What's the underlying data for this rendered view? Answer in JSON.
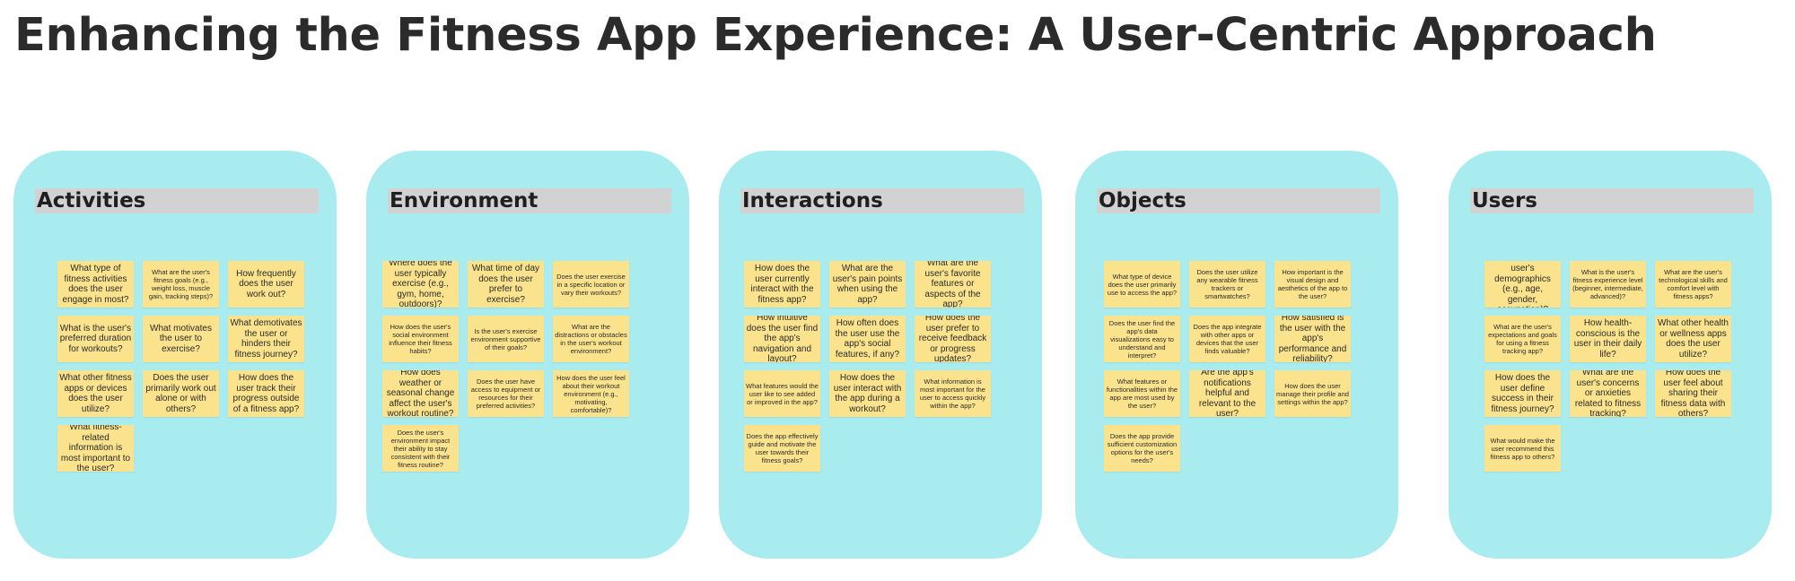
{
  "title": "Enhancing the Fitness App Experience: A User-Centric Approach",
  "colors": {
    "board": "#a9ecf0",
    "header": "#d2d2d2",
    "note": "#fbe38e"
  },
  "boards": [
    {
      "name": "Activities",
      "notes": [
        "What type of fitness activities does the user engage in most?",
        "What are the user's fitness goals (e.g., weight loss, muscle gain, tracking steps)?",
        "How frequently does the user work out?",
        "What is the user's preferred duration for workouts?",
        "What motivates the user to exercise?",
        "What demotivates the user or hinders their fitness journey?",
        "What other fitness apps or devices does the user utilize?",
        "Does the user primarily work out alone or with others?",
        "How does the user track their progress outside of a fitness app?",
        "What fitness-related information is most important to the user?"
      ]
    },
    {
      "name": "Environment",
      "notes": [
        "Where does the user typically exercise (e.g., gym, home, outdoors)?",
        "What time of day does the user prefer to exercise?",
        "Does the user exercise in a specific location or vary their workouts?",
        "How does the user's social environment influence their fitness habits?",
        "Is the user's exercise environment supportive of their goals?",
        "What are the distractions or obstacles in the user's workout environment?",
        "How does weather or seasonal change affect the user's workout routine?",
        "Does the user have access to equipment or resources for their preferred activities?",
        "How does the user feel about their workout environment (e.g., motivating, comfortable)?",
        "Does the user's environment impact their ability to stay consistent with their fitness routine?"
      ]
    },
    {
      "name": "Interactions",
      "notes": [
        "How does the user currently interact with the fitness app?",
        "What are the user's pain points when using the app?",
        "What are the user's favorite features or aspects of the app?",
        "How intuitive does the user find the app's navigation and layout?",
        "How often does the user use the app's social features, if any?",
        "How does the user prefer to receive feedback or progress updates?",
        "What features would the user like to see added or improved in the app?",
        "How does the user interact with the app during a workout?",
        "What information is most important for the user to access quickly within the app?",
        "Does the app effectively guide and motivate the user towards their fitness goals?"
      ]
    },
    {
      "name": "Objects",
      "notes": [
        "What type of device does the user primarily use to access the app?",
        "Does the user utilize any wearable fitness trackers or smartwatches?",
        "How important is the visual design and aesthetics of the app to the user?",
        "Does the user find the app's data visualizations easy to understand and interpret?",
        "Does the app integrate with other apps or devices that the user finds valuable?",
        "How satisfied is the user with the app's performance and reliability?",
        "What features or functionalities within the app are most used by the user?",
        "Are the app's notifications helpful and relevant to the user?",
        "How does the user manage their profile and settings within the app?",
        "Does the app provide sufficient customization options for the user's needs?"
      ]
    },
    {
      "name": "Users",
      "notes": [
        "What are the user's demographics (e.g., age, gender, occupation)?",
        "What is the user's fitness experience level (beginner, intermediate, advanced)?",
        "What are the user's technological skills and comfort level with fitness apps?",
        "What are the user's expectations and goals for using a fitness tracking app?",
        "How health-conscious is the user in their daily life?",
        "What other health or wellness apps does the user utilize?",
        "How does the user define success in their fitness journey?",
        "What are the user's concerns or anxieties related to fitness tracking?",
        "How does the user feel about sharing their fitness data with others?",
        "What would make the user recommend this fitness app to others?"
      ]
    }
  ]
}
